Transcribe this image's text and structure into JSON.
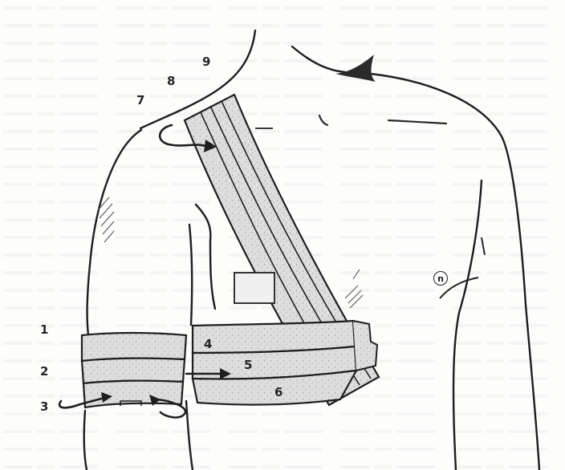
{
  "labels": {
    "l1": "1",
    "l2": "2",
    "l3": "3",
    "l4": "4",
    "l5": "5",
    "l6": "6",
    "l7": "7",
    "l8": "8",
    "l9": "9",
    "n": "n"
  }
}
